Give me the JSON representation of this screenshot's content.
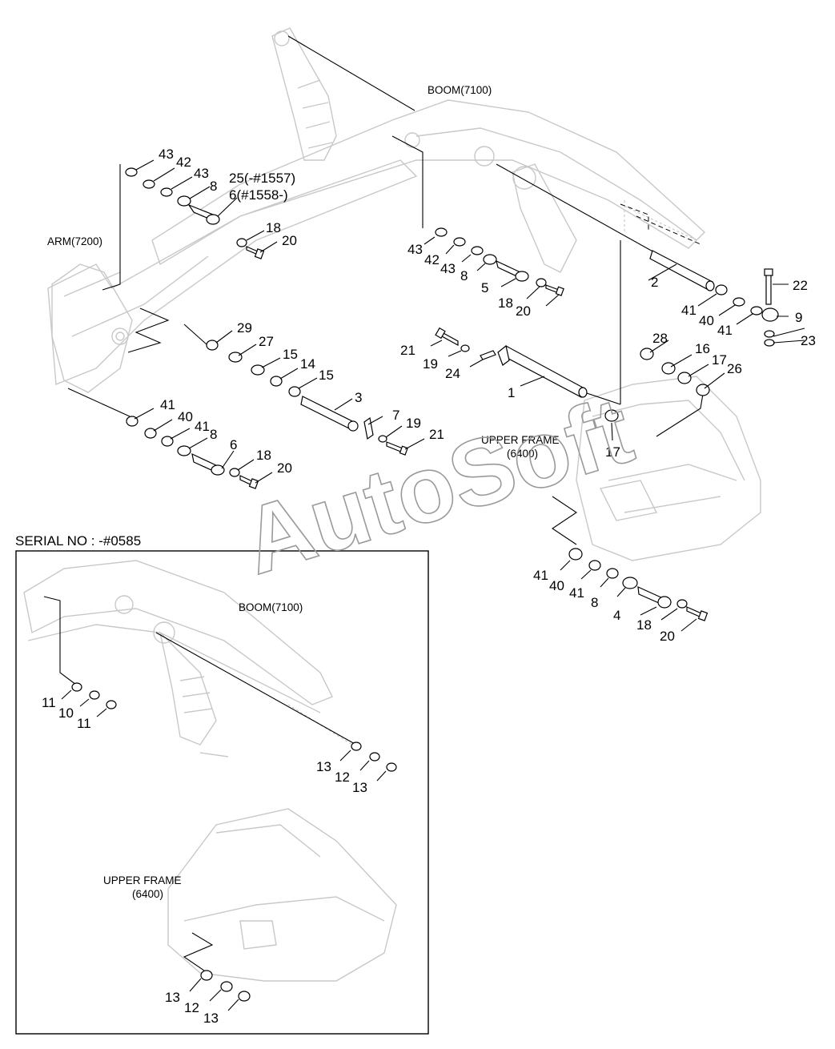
{
  "texts": {
    "boom_main": "BOOM(7100)",
    "arm": "ARM(7200)",
    "upper_frame_main_1": "UPPER FRAME",
    "upper_frame_main_2": "(6400)",
    "serial_no": "SERIAL NO : -#0585",
    "boom_inset": "BOOM(7100)",
    "upper_frame_inset_1": "UPPER FRAME",
    "upper_frame_inset_2": "(6400)",
    "watermark": "AutoSoft"
  },
  "labels": [
    "43",
    "42",
    "43",
    "8",
    "25(-#1557)",
    "6(#1558-)",
    "18",
    "20",
    "43",
    "42",
    "43",
    "8",
    "5",
    "18",
    "20",
    "2",
    "22",
    "9",
    "41",
    "40",
    "41",
    "23",
    "29",
    "27",
    "15",
    "14",
    "15",
    "3",
    "7",
    "19",
    "21",
    "21",
    "19",
    "24",
    "1",
    "28",
    "16",
    "17",
    "26",
    "17",
    "41",
    "40",
    "41",
    "8",
    "6",
    "18",
    "20",
    "41",
    "40",
    "41",
    "8",
    "4",
    "18",
    "20",
    "11",
    "10",
    "11",
    "13",
    "12",
    "13",
    "13",
    "12",
    "13"
  ]
}
